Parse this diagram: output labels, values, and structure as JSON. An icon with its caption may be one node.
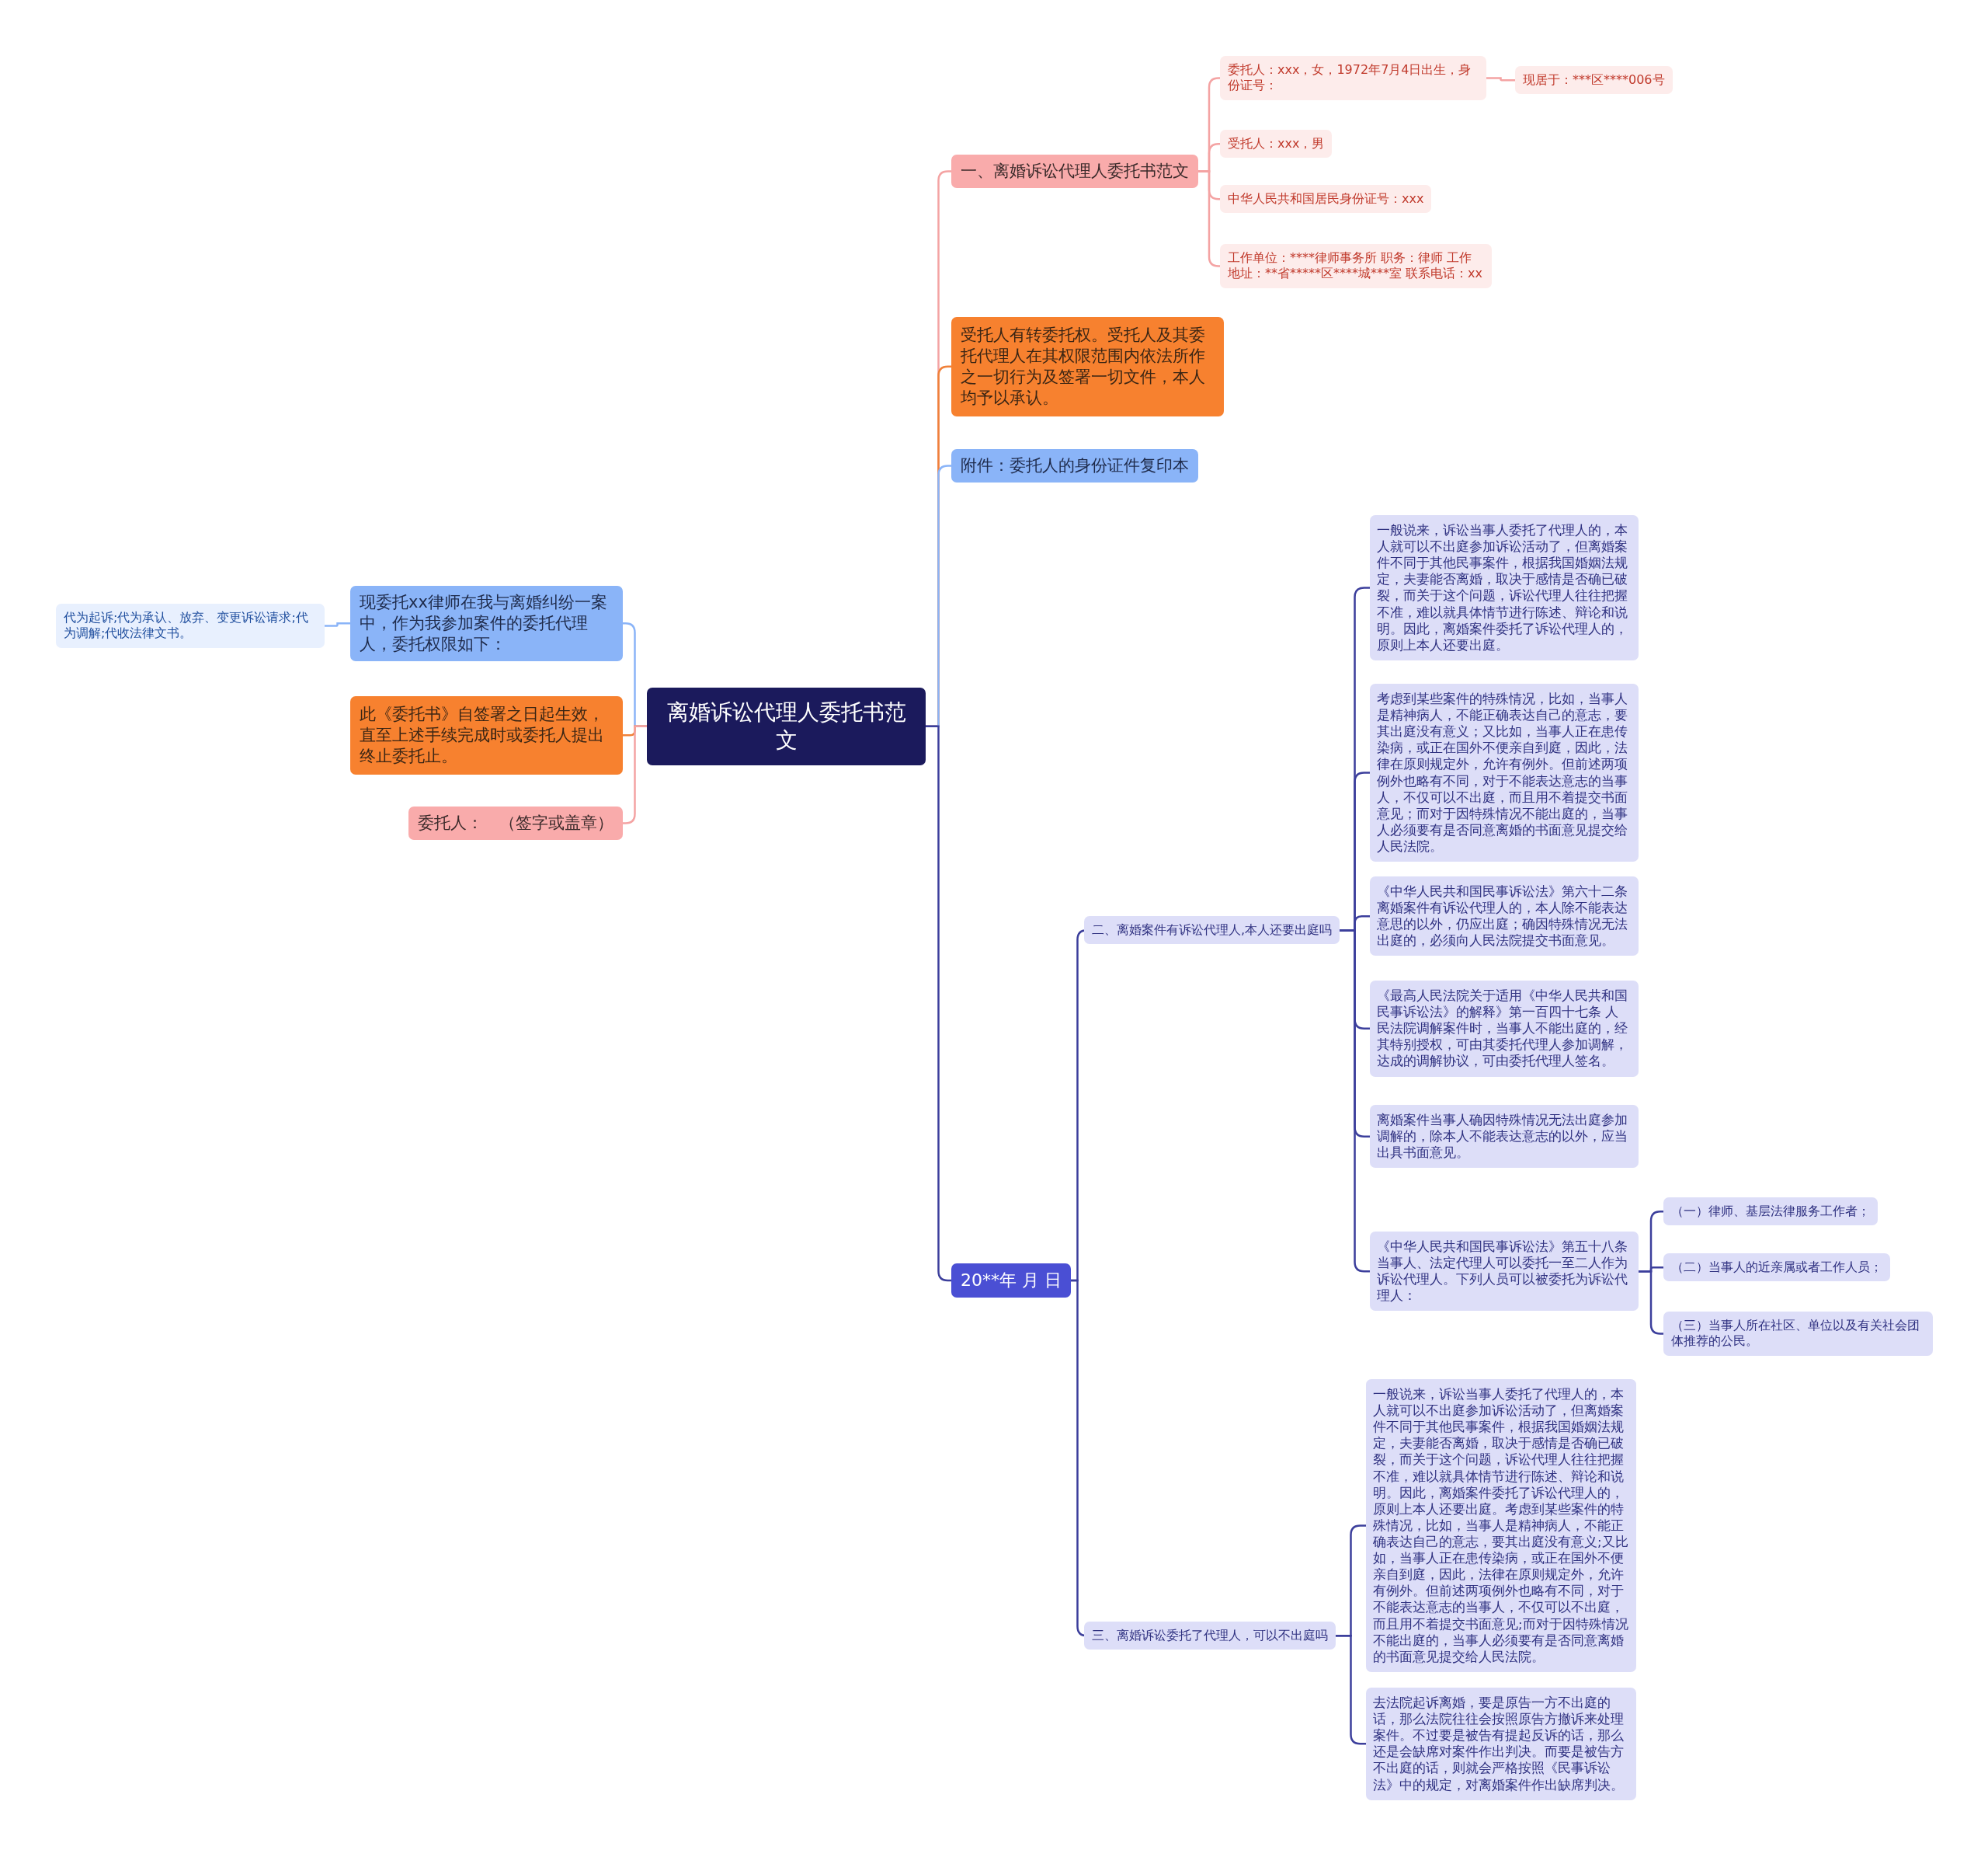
{
  "diagram": {
    "nodes": [
      {
        "text": [
          "离婚诉讼代理人委托书范文"
        ]
      },
      {
        "text": [
          "一、离婚诉讼代理人委托书范文"
        ]
      },
      {
        "text": [
          "委托人：xxx，女，1972年7月4日出生，身份证号："
        ]
      },
      {
        "text": [
          "现居于：***区****006号"
        ]
      },
      {
        "text": [
          "受托人：xxx，男"
        ]
      },
      {
        "text": [
          "中华人民共和国居民身份证号：xxx"
        ]
      },
      {
        "text": [
          "工作单位：****律师事务所 职务：律师 工作地址：**省*****区****城***室 联系电话：xx"
        ]
      },
      {
        "text": [
          "受托人有转委托权。受托人及其委托代理人在其权限范围内依法所作之一切行为及签署一切文件，本人均予以承认。"
        ]
      },
      {
        "text": [
          "附件：委托人的身份证件复印本"
        ]
      },
      {
        "text": [
          "20**年 月 日"
        ]
      },
      {
        "text": [
          "二、离婚案件有诉讼代理人,本人还要出庭吗"
        ]
      },
      {
        "text": [
          "一般说来，诉讼当事人委托了代理人的，本人就可以不出庭参加诉讼活动了，但离婚案件不同于其他民事案件，根据我国婚姻法规定，夫妻能否离婚，取决于感情是否确已破裂，而关于这个问题，诉讼代理人往往把握不准，难以就具体情节进行陈述、辩论和说明。因此，离婚案件委托了诉讼代理人的，原则上本人还要出庭。"
        ]
      },
      {
        "text": [
          "考虑到某些案件的特殊情况，比如，当事人是精神病人，不能正确表达自己的意志，要其出庭没有意义；又比如，当事人正在患传染病，或正在国外不便亲自到庭，因此，法律在原则规定外，允许有例外。但前述两项例外也略有不同，对于不能表达意志的当事人，不仅可以不出庭，而且用不着提交书面意见；而对于因特殊情况不能出庭的，当事人必须要有是否同意离婚的书面意见提交给人民法院。"
        ]
      },
      {
        "text": [
          "《中华人民共和国民事诉讼法》第六十二条离婚案件有诉讼代理人的，本人除不能表达意思的以外，仍应出庭；确因特殊情况无法出庭的，必须向人民法院提交书面意见。"
        ]
      },
      {
        "text": [
          "《最高人民法院关于适用《中华人民共和国民事诉讼法》的解释》第一百四十七条 人民法院调解案件时，当事人不能出庭的，经其特别授权，可由其委托代理人参加调解，达成的调解协议，可由委托代理人签名。"
        ]
      },
      {
        "text": [
          "离婚案件当事人确因特殊情况无法出庭参加调解的，除本人不能表达意志的以外，应当出具书面意见。"
        ]
      },
      {
        "text": [
          "《中华人民共和国民事诉讼法》第五十八条当事人、法定代理人可以委托一至二人作为诉讼代理人。下列人员可以被委托为诉讼代理人："
        ]
      },
      {
        "text": [
          "（一）律师、基层法律服务工作者；"
        ]
      },
      {
        "text": [
          "（二）当事人的近亲属或者工作人员；"
        ]
      },
      {
        "text": [
          "（三）当事人所在社区、单位以及有关社会团体推荐的公民。"
        ]
      },
      {
        "text": [
          "三、离婚诉讼委托了代理人，可以不出庭吗"
        ]
      },
      {
        "text": [
          "一般说来，诉讼当事人委托了代理人的，本人就可以不出庭参加诉讼活动了，但离婚案件不同于其他民事案件，根据我国婚姻法规定，夫妻能否离婚，取决于感情是否确已破裂，而关于这个问题，诉讼代理人往往把握不准，难以就具体情节进行陈述、辩论和说明。因此，离婚案件委托了诉讼代理人的，原则上本人还要出庭。考虑到某些案件的特殊情况，比如，当事人是精神病人，不能正确表达自己的意志，要其出庭没有意义;又比如，当事人正在患传染病，或正在国外不便亲自到庭，因此，法律在原则规定外，允许有例外。但前述两项例外也略有不同，对于不能表达意志的当事人，不仅可以不出庭，而且用不着提交书面意见;而对于因特殊情况不能出庭的，当事人必须要有是否同意离婚的书面意见提交给人民法院。"
        ]
      },
      {
        "text": [
          "去法院起诉离婚，要是原告一方不出庭的话，那么法院往往会按照原告方撤诉来处理案件。不过要是被告有提起反诉的话，那么还是会缺席对案件作出判决。而要是被告方不出庭的话，则就会严格按照《民事诉讼法》中的规定，对离婚案件作出缺席判决。"
        ]
      },
      {
        "text": [
          "现委托xx律师在我与离婚纠纷一案中，作为我参加案件的委托代理人，委托权限如下："
        ]
      },
      {
        "text": [
          "代为起诉;代为承认、放弃、变更诉讼请求;代为调解;代收法律文书。"
        ]
      },
      {
        "text": [
          "此《委托书》自签署之日起生效，直至上述手续完成时或委托人提出终止委托止。"
        ]
      },
      {
        "text": [
          "委托人：　（签字或盖章）"
        ]
      }
    ],
    "edges": [
      {
        "from": 0,
        "to": 1,
        "arrow": "none",
        "color": "#f4a3a3"
      },
      {
        "from": 1,
        "to": 2,
        "arrow": "none",
        "color": "#f4a3a3"
      },
      {
        "from": 2,
        "to": 3,
        "arrow": "none",
        "color": "#f4a3a3"
      },
      {
        "from": 1,
        "to": 4,
        "arrow": "none",
        "color": "#f4a3a3"
      },
      {
        "from": 1,
        "to": 5,
        "arrow": "none",
        "color": "#f4a3a3"
      },
      {
        "from": 1,
        "to": 6,
        "arrow": "none",
        "color": "#f4a3a3"
      },
      {
        "from": 0,
        "to": 7,
        "arrow": "none",
        "color": "#f0813a"
      },
      {
        "from": 0,
        "to": 8,
        "arrow": "none",
        "color": "#8ab4f8"
      },
      {
        "from": 0,
        "to": 9,
        "arrow": "none"
      },
      {
        "from": 9,
        "to": 10,
        "arrow": "none"
      },
      {
        "from": 10,
        "to": 11,
        "arrow": "none"
      },
      {
        "from": 10,
        "to": 12,
        "arrow": "none"
      },
      {
        "from": 10,
        "to": 13,
        "arrow": "none"
      },
      {
        "from": 10,
        "to": 14,
        "arrow": "none"
      },
      {
        "from": 10,
        "to": 15,
        "arrow": "none"
      },
      {
        "from": 10,
        "to": 16,
        "arrow": "none"
      },
      {
        "from": 16,
        "to": 17,
        "arrow": "none"
      },
      {
        "from": 16,
        "to": 18,
        "arrow": "none"
      },
      {
        "from": 16,
        "to": 19,
        "arrow": "none"
      },
      {
        "from": 9,
        "to": 20,
        "arrow": "none"
      },
      {
        "from": 20,
        "to": 21,
        "arrow": "none"
      },
      {
        "from": 20,
        "to": 22,
        "arrow": "none"
      },
      {
        "from": 0,
        "to": 23,
        "arrow": "none",
        "color": "#8ab4f8"
      },
      {
        "from": 23,
        "to": 24,
        "arrow": "none",
        "color": "#8ab4f8"
      },
      {
        "from": 0,
        "to": 25,
        "arrow": "none",
        "color": "#f0813a"
      },
      {
        "from": 0,
        "to": 26,
        "arrow": "none",
        "color": "#f4a3a3"
      }
    ]
  }
}
